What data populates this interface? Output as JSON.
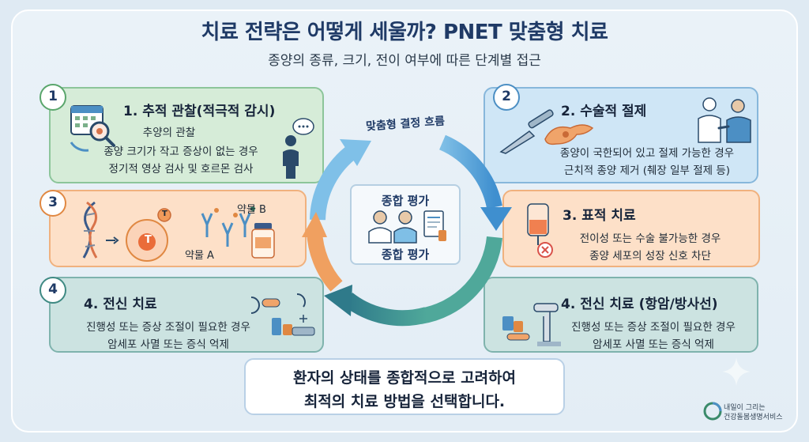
{
  "title": "치료 전략은 어떻게 세울까? PNET 맞춤형 치료",
  "subtitle": "종양의 종류, 크기, 전이 여부에 따른 단계별 접근",
  "flow_label": "맞춤형 결정 흐름",
  "center": {
    "title_top": "종합 평가",
    "title_bottom": "종합 평가"
  },
  "cards": [
    {
      "number": "1",
      "heading": "1. 추적 관찰(적극적 감시)",
      "lines": [
        "추양의 관찰",
        "종양 크기가 작고 증상이 없는 경우",
        "정기적 영상 검사 및 호르몬 검사"
      ]
    },
    {
      "number": "2",
      "heading": "2. 수술적 절제",
      "lines": [
        "종양이 국한되어 있고 절제 가능한 경우",
        "근치적 종양 제거 (췌장 일부 절제 등)"
      ]
    },
    {
      "number": "3",
      "labels": [
        "약물 B",
        "약물 A"
      ],
      "badge": "T"
    },
    {
      "number": "3",
      "heading": "3. 표적 치료",
      "lines": [
        "전이성 또는 수술 불가능한 경우",
        "종양 세포의 성장 신호 차단"
      ]
    },
    {
      "number": "4",
      "heading": "4. 전신 치료",
      "lines": [
        "진행성 또는 증상 조절이 필요한 경우",
        "암세포 사멸 또는 증식 억제"
      ]
    },
    {
      "number": "4",
      "heading": "4. 전신 치료 (항암/방사선)",
      "lines": [
        "진행성 또는 증상 조절이 필요한 경우",
        "암세포 사멸 또는 증식 억제"
      ]
    }
  ],
  "bottom": {
    "line1": "환자의 상태를 종합적으로 고려하여",
    "line2": "최적의 치료 방법을 선택합니다."
  },
  "logo": {
    "line1": "내일이 그리는",
    "line2": "건강돌봄생명서비스"
  },
  "colors": {
    "green": "#d6ecd8",
    "blue": "#cfe6f6",
    "orange": "#fde0c8",
    "teal": "#cce3e1",
    "title": "#1f3a66"
  }
}
